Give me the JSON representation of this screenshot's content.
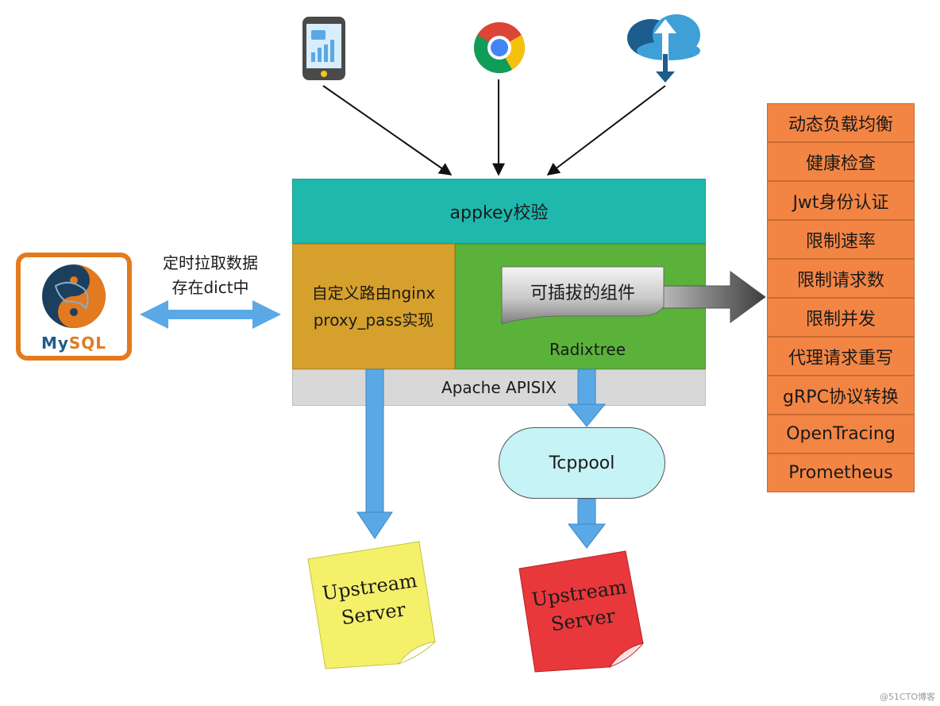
{
  "apisix": {
    "top_label": "appkey校验",
    "left_line1": "自定义路由nginx",
    "left_line2": "proxy_pass实现",
    "plugin_label": "可插拔的组件",
    "radix_label": "Radixtree",
    "bottom_label": "Apache APISIX"
  },
  "features": [
    "动态负载均衡",
    "健康检查",
    "Jwt身份认证",
    "限制速率",
    "限制请求数",
    "限制并发",
    "代理请求重写",
    "gRPC协议转换",
    "OpenTracing",
    "Prometheus"
  ],
  "mysql": {
    "word_my": "My",
    "word_sql": "SQL"
  },
  "sync": {
    "line1": "定时拉取数据",
    "line2": "存在dict中"
  },
  "tcppool_label": "Tcppool",
  "upstream_left": {
    "line1": "Upstream",
    "line2": "Server"
  },
  "upstream_right": {
    "line1": "Upstream",
    "line2": "Server"
  },
  "watermark": "@51CTO博客",
  "icons": [
    "mobile-phone-icon",
    "chrome-browser-icon",
    "cloud-upload-icon",
    "mysql-dolphin-icon"
  ],
  "colors": {
    "appkey": "#1fb8ad",
    "routing": "#d6a02c",
    "radix": "#5ab23a",
    "apisix_bar": "#d8d8d8",
    "feature": "#f38544",
    "tcppool": "#c6f3f5",
    "note_yellow": "#f5f06a",
    "note_red": "#e8383c",
    "arrow_blue": "#5aa9e6"
  }
}
